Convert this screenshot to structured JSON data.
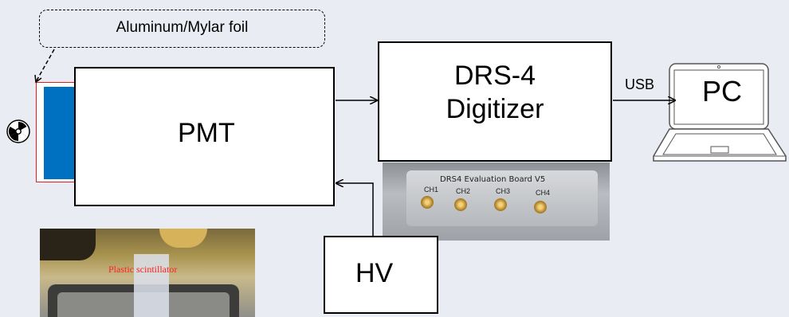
{
  "diagram": {
    "foil_label": "Aluminum/Mylar foil",
    "pmt_label": "PMT",
    "drs_label_line1": "DRS-4",
    "drs_label_line2": "Digitizer",
    "usb_label": "USB",
    "pc_label": "PC",
    "hv_label": "HV",
    "radiation_icon": "radiation-trefoil-icon",
    "photo_board": {
      "title": "DRS4 Evaluation Board V5",
      "channels": [
        "CH1",
        "CH2",
        "CH3",
        "CH4"
      ]
    },
    "photo_scintillator": {
      "caption": "Plastic scintillator"
    },
    "colors": {
      "background": "#e9edf3",
      "scintillator": "#0070c0",
      "foil_outline": "#e02020",
      "annotation_red": "#ff2020"
    }
  }
}
